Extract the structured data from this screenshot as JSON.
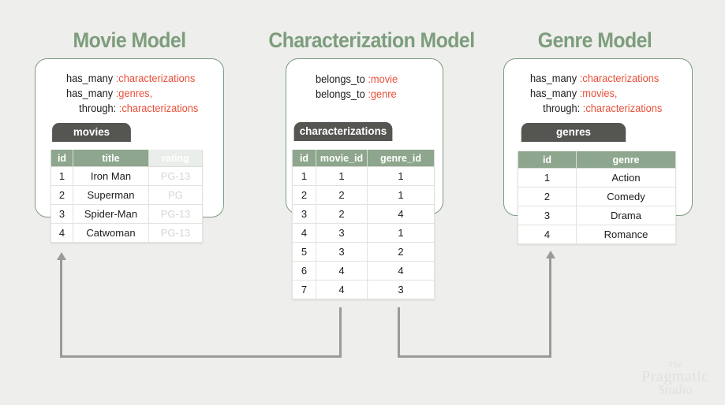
{
  "background_color": "#eeeeec",
  "theme": {
    "title_green": "#7d9d7d",
    "card_border_green": "#7d9a80",
    "table_header_green": "#8da68d",
    "table_tab_dark": "#555552",
    "symbol_red": "#e8503a",
    "arrow_grey": "#9a9a98",
    "logo_grey": "#e0e0dd"
  },
  "models": [
    {
      "title": "Movie Model",
      "associations": [
        {
          "method": "has_many",
          "symbol": ":characterizations",
          "indent": false
        },
        {
          "method": "has_many",
          "symbol": ":genres,",
          "indent": false
        },
        {
          "method": "through:",
          "symbol": ":characterizations",
          "indent": true
        }
      ],
      "table": {
        "name": "movies",
        "columns": [
          {
            "label": "id",
            "faded": false
          },
          {
            "label": "title",
            "faded": false
          },
          {
            "label": "rating",
            "faded": true
          }
        ],
        "rows": [
          [
            "1",
            "Iron Man",
            "PG-13"
          ],
          [
            "2",
            "Superman",
            "PG"
          ],
          [
            "3",
            "Spider-Man",
            "PG-13"
          ],
          [
            "4",
            "Catwoman",
            "PG-13"
          ]
        ]
      }
    },
    {
      "title": "Characterization Model",
      "associations": [
        {
          "method": "belongs_to",
          "symbol": ":movie",
          "indent": false
        },
        {
          "method": "belongs_to",
          "symbol": ":genre",
          "indent": false
        }
      ],
      "table": {
        "name": "characterizations",
        "columns": [
          {
            "label": "id",
            "faded": false
          },
          {
            "label": "movie_id",
            "faded": false
          },
          {
            "label": "genre_id",
            "faded": false
          }
        ],
        "rows": [
          [
            "1",
            "1",
            "1"
          ],
          [
            "2",
            "2",
            "1"
          ],
          [
            "3",
            "2",
            "4"
          ],
          [
            "4",
            "3",
            "1"
          ],
          [
            "5",
            "3",
            "2"
          ],
          [
            "6",
            "4",
            "4"
          ],
          [
            "7",
            "4",
            "3"
          ]
        ]
      }
    },
    {
      "title": "Genre Model",
      "associations": [
        {
          "method": "has_many",
          "symbol": ":characterizations",
          "indent": false
        },
        {
          "method": "has_many",
          "symbol": ":movies,",
          "indent": false
        },
        {
          "method": "through:",
          "symbol": ":characterizations",
          "indent": true
        }
      ],
      "table": {
        "name": "genres",
        "columns": [
          {
            "label": "id",
            "faded": false
          },
          {
            "label": "genre",
            "faded": false
          }
        ],
        "rows": [
          [
            "1",
            "Action"
          ],
          [
            "2",
            "Comedy"
          ],
          [
            "3",
            "Drama"
          ],
          [
            "4",
            "Romance"
          ]
        ]
      }
    }
  ],
  "relations": [
    {
      "name": "movie-id-to-movies-fk",
      "from": "characterizations.movie_id",
      "to": "movies.id"
    },
    {
      "name": "genre-id-to-genres-fk",
      "from": "characterizations.genre_id",
      "to": "genres.id"
    }
  ],
  "logo": {
    "line1": "The",
    "line2": "Pragmatic",
    "line3": "Studio"
  }
}
